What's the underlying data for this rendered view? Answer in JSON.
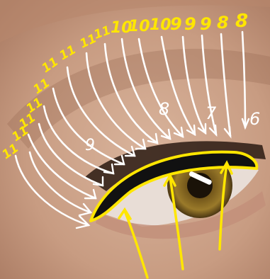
{
  "image": {
    "subject": "eye-lash-extension-mapping",
    "colors": {
      "annotation_yellow": "#ffe600",
      "annotation_white": "#ffffff",
      "iris": "#8a6a1f"
    }
  },
  "labels": {
    "yellow": [
      "11",
      "11",
      "11",
      "11",
      "11",
      "11",
      "11",
      "11",
      "11",
      "10",
      "10",
      "10",
      "9",
      "9",
      "9",
      "8",
      "8"
    ],
    "white": [
      "9",
      "8",
      "7",
      "6"
    ]
  }
}
